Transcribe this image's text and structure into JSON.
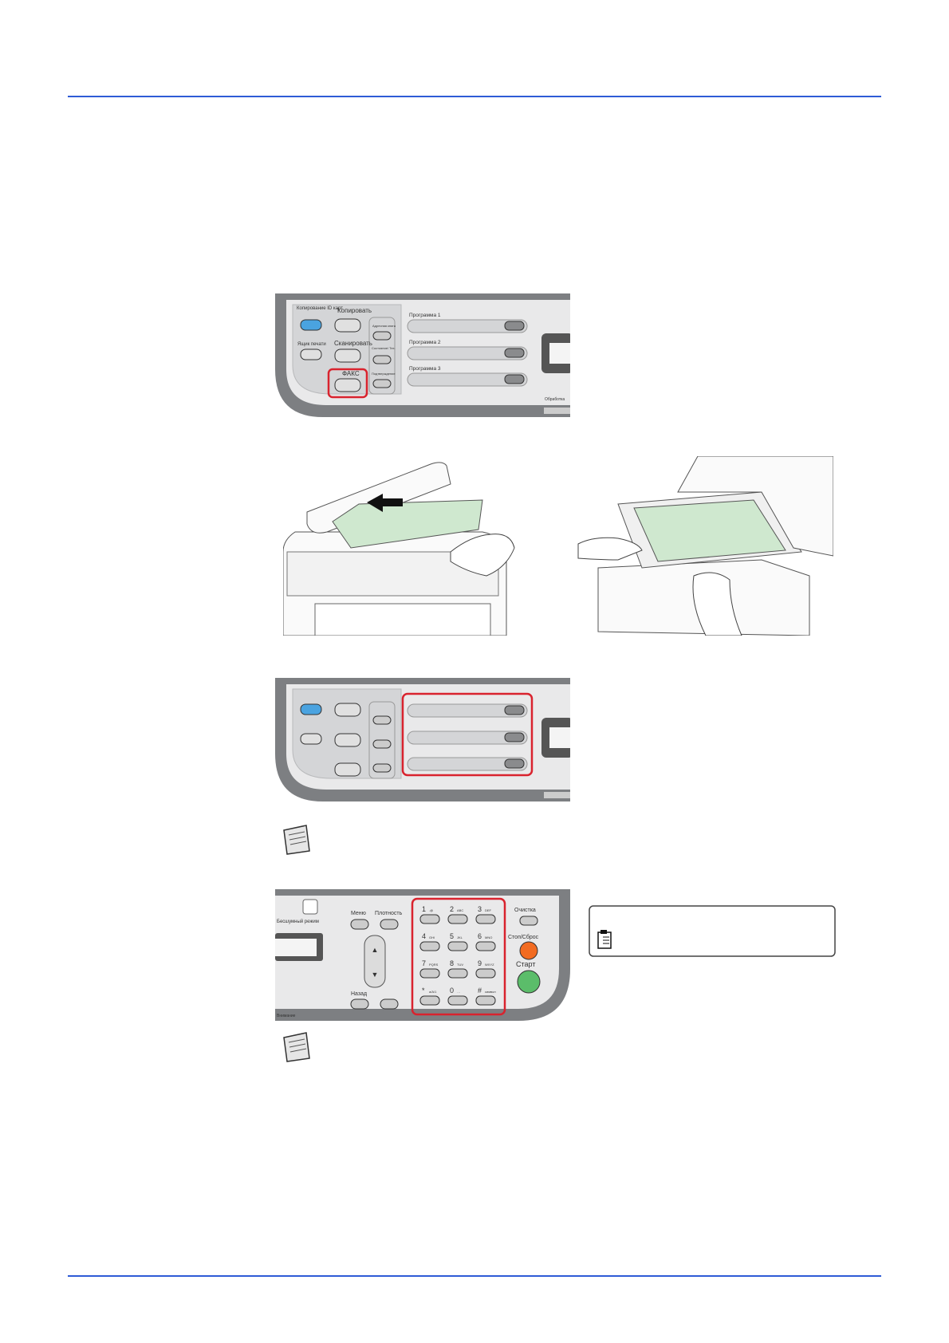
{
  "panel_top": {
    "copy_id_card": "Копирование ID карт",
    "copy": "Копировать",
    "print_ready": "Ящик печати",
    "scan": "Сканировать",
    "fax": "ФАКС",
    "address_book": "Адресная книга",
    "status": "Состояние/ Тех.",
    "confirm": "Подтверждение",
    "program1": "Программа 1",
    "program2": "Программа 2",
    "program3": "Программа 3",
    "processing": "Обработка"
  },
  "keypad": {
    "energy_saver": "Бесшумный режим",
    "menu": "Меню",
    "density": "Плотность",
    "back": "Назад",
    "keys": [
      "1",
      "2",
      "3",
      "4",
      "5",
      "6",
      "7",
      "8",
      "9",
      "*",
      "0",
      "#"
    ],
    "key_letters": [
      ".@",
      "ABC",
      "DEF",
      "GHI",
      "JKL",
      "MNO",
      "PQRS",
      "TUV",
      "WXYZ",
      "a/A/1",
      ". -",
      "символ"
    ],
    "clear": "Очистка",
    "stop_reset": "Стоп/Сброс",
    "start": "Старт",
    "attention": "Внимание"
  },
  "colors": {
    "rule": "#2f5bd6",
    "highlight": "#d9232e",
    "paper_green": "#cfe8cf",
    "panel_gray": "#7d7f82",
    "panel_light": "#e9e9ea",
    "stop_orange": "#f26b21",
    "start_green": "#5bbd6a",
    "led_blue": "#4aa3e0"
  },
  "icons": {
    "note": "note-pad-icon",
    "fax_doc": "fax-document-icon"
  }
}
